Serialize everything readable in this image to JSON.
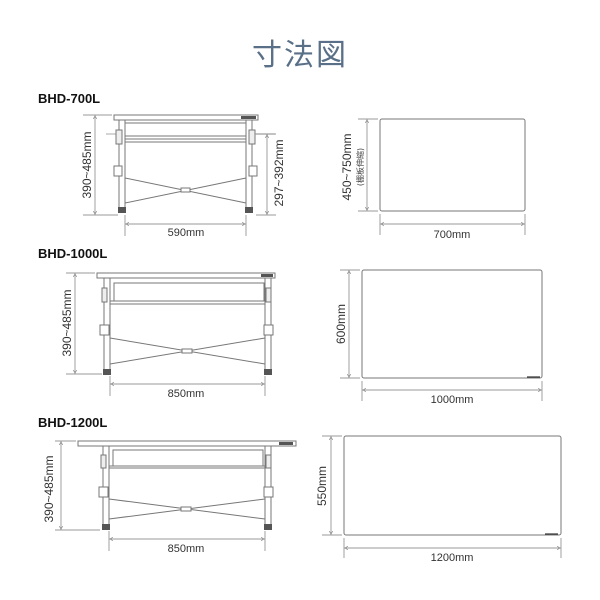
{
  "title": "寸法図",
  "colors": {
    "title": "#5a7088",
    "line": "#777777",
    "text": "#333333"
  },
  "models": [
    {
      "name": "BHD-700L",
      "side_view": {
        "height_label": "390~485mm",
        "shelf_height_label": "297~392mm",
        "leg_span_label": "590mm"
      },
      "top_view": {
        "depth_label": "450~750mm",
        "depth_note": "(棚板伸縮)",
        "width_label": "700mm"
      }
    },
    {
      "name": "BHD-1000L",
      "side_view": {
        "height_label": "390~485mm",
        "leg_span_label": "850mm"
      },
      "top_view": {
        "depth_label": "600mm",
        "width_label": "1000mm"
      }
    },
    {
      "name": "BHD-1200L",
      "side_view": {
        "height_label": "390~485mm",
        "leg_span_label": "850mm"
      },
      "top_view": {
        "depth_label": "550mm",
        "width_label": "1200mm"
      }
    }
  ]
}
